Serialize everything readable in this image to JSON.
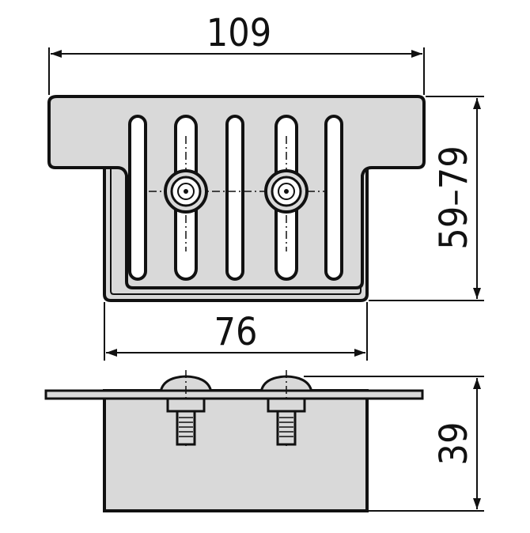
{
  "dimensions": {
    "overall_width": "109",
    "height_range": "59–79",
    "body_width": "76",
    "side_height": "39"
  },
  "colors": {
    "line": "#111111",
    "fill": "#d9d9d9",
    "background": "#ffffff"
  }
}
